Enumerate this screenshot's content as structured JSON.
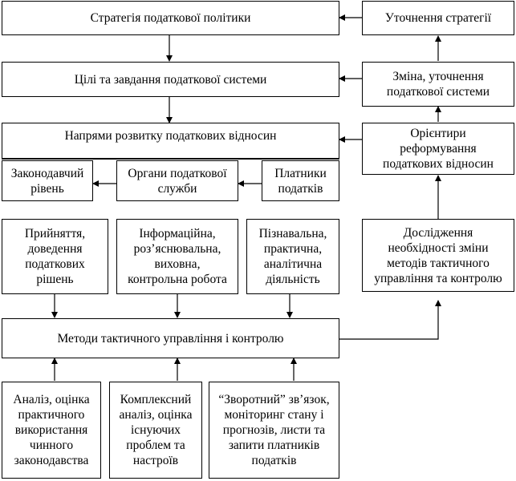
{
  "boxes": {
    "strategy": "Стратегія податкової політики",
    "refine_strategy": "Уточнення стратегії",
    "goals": "Цілі та завдання податкової системи",
    "change_system": "Зміна, уточнення\nподаткової системи",
    "directions": "Напрями розвитку податкових відносин",
    "reform": "Орієнтири\nреформування\nподаткових відносин",
    "legislative": "Законодавчий\nрівень",
    "tax_service": "Органи податкової\nслужби",
    "taxpayers": "Платники\nподатків",
    "decisions": "Прийняття,\nдоведення\nподаткових\nрішень",
    "information": "Інформаційна,\nроз’яснювальна,\nвиховна,\nконтрольна робота",
    "cognitive": "Пізнавальна,\nпрактична,\nаналітична\nдіяльність",
    "research": "Дослідження\nнеобхідності зміни\nметодів тактичного\nуправління та контролю",
    "methods": "Методи тактичного управління і контролю",
    "analysis": "Аналіз, оцінка\nпрактичного\nвикористання\nчинного\nзаконодавства",
    "complex": "Комплексний\nаналіз, оцінка\nіснуючих\nпроблем та\nнастроїв",
    "feedback": "“Зворотний” зв’язок,\nмоніторинг стану і\nпрогнозів, листи та\nзапити платників\nподатків"
  },
  "colors": {
    "line": "#000000",
    "background": "#ffffff"
  }
}
